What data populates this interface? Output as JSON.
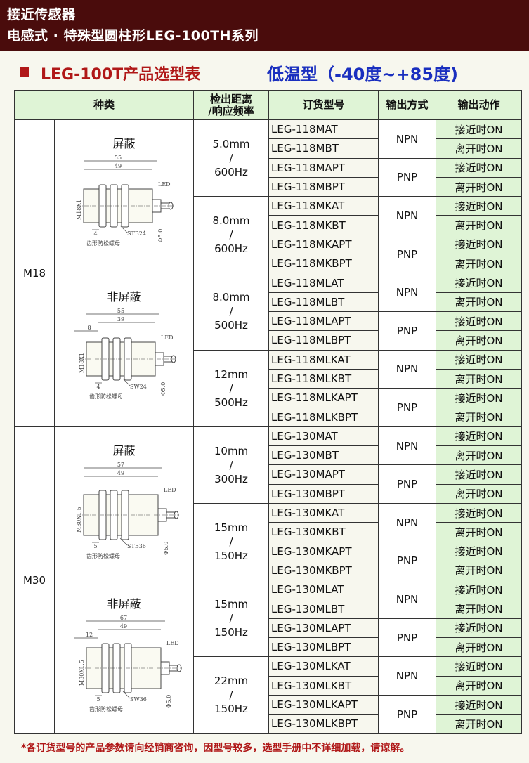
{
  "header": {
    "line1": "接近传感器",
    "line2": "电感式 · 特殊型圆柱形LEG-100TH系列"
  },
  "section": {
    "title": "LEG-100T产品选型表",
    "subtitle": "低温型（-40度~+85度)"
  },
  "table": {
    "headers": {
      "type": "种类",
      "range_a": "检出距离",
      "range_b": "/响应频率",
      "code": "订货型号",
      "output": "输出方式",
      "action": "输出动作"
    },
    "actions": {
      "on": "接近时ON",
      "off": "离开时ON"
    },
    "outputs": {
      "npn": "NPN",
      "pnp": "PNP"
    },
    "sizes": {
      "m18": "M18",
      "m30": "M30"
    },
    "shield": {
      "shielded": "屏蔽",
      "unshielded": "非屏蔽"
    },
    "freq_sep": "/",
    "ranges": [
      {
        "dist": "5.0mm",
        "freq": "600Hz"
      },
      {
        "dist": "8.0mm",
        "freq": "600Hz"
      },
      {
        "dist": "8.0mm",
        "freq": "500Hz"
      },
      {
        "dist": "12mm",
        "freq": "500Hz"
      },
      {
        "dist": "10mm",
        "freq": "300Hz"
      },
      {
        "dist": "15mm",
        "freq": "150Hz"
      },
      {
        "dist": "15mm",
        "freq": "150Hz"
      },
      {
        "dist": "22mm",
        "freq": "150Hz"
      }
    ],
    "codes": [
      "LEG-118MAT",
      "LEG-118MBT",
      "LEG-118MAPT",
      "LEG-118MBPT",
      "LEG-118MKAT",
      "LEG-118MKBT",
      "LEG-118MKAPT",
      "LEG-118MKBPT",
      "LEG-118MLAT",
      "LEG-118MLBT",
      "LEG-118MLAPT",
      "LEG-118MLBPT",
      "LEG-118MLKAT",
      "LEG-118MLKBT",
      "LEG-118MLKAPT",
      "LEG-118MLKBPT",
      "LEG-130MAT",
      "LEG-130MBT",
      "LEG-130MAPT",
      "LEG-130MBPT",
      "LEG-130MKAT",
      "LEG-130MKBT",
      "LEG-130MKAPT",
      "LEG-130MKBPT",
      "LEG-130MLAT",
      "LEG-130MLBT",
      "LEG-130MLAPT",
      "LEG-130MLBPT",
      "LEG-130MLKAT",
      "LEG-130MLKBT",
      "LEG-130MLKAPT",
      "LEG-130MLKBPT"
    ]
  },
  "drawings": [
    {
      "len": "55",
      "body": "49",
      "thread": "M18X1",
      "tip": "4",
      "nut": "STB24",
      "nut_cap": "齿形防松螺母",
      "led": "LED",
      "dia": "Φ5.0"
    },
    {
      "len": "55",
      "body": "39",
      "thread": "M18X1",
      "tip": "4",
      "head": "8",
      "nut": "SW24",
      "nut_cap": "齿形防松螺母",
      "led": "LED",
      "dia": "Φ5.0"
    },
    {
      "len": "57",
      "body": "49",
      "thread": "M30X1.5",
      "tip": "5",
      "nut": "STB36",
      "nut_cap": "齿形防松螺母",
      "led": "LED",
      "dia": "Φ5.0"
    },
    {
      "len": "67",
      "body": "49",
      "thread": "M30X1.5",
      "tip": "5",
      "head": "12",
      "nut": "SW36",
      "nut_cap": "齿形防松螺母",
      "led": "LED",
      "dia": "Φ5.0"
    }
  ],
  "note": "*各订货型号的产品参数请向经销商咨询，因型号较多，选型手册中不详细加载，请谅解。"
}
